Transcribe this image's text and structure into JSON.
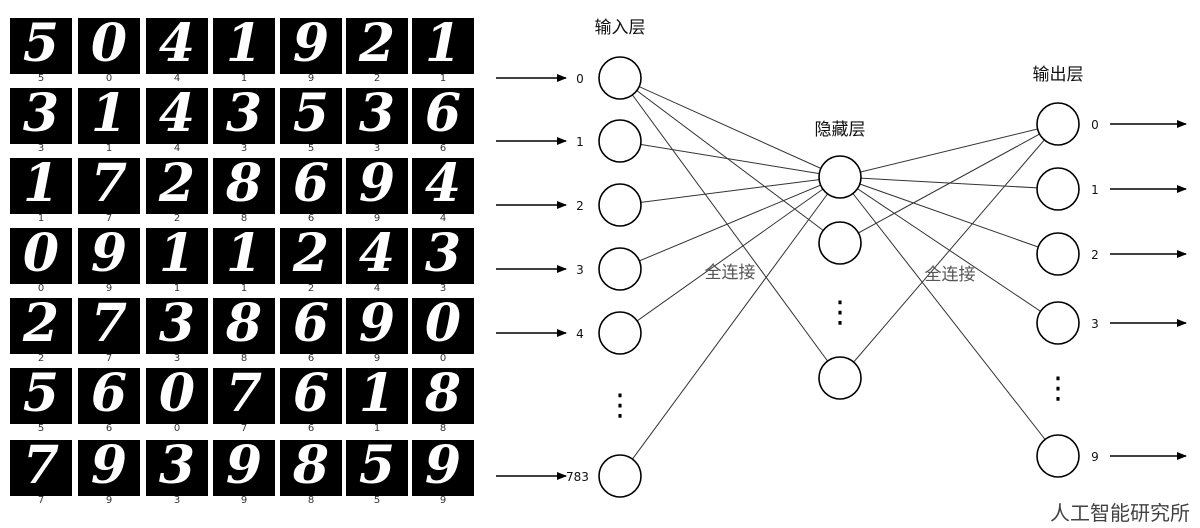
{
  "mnist": {
    "rows": [
      [
        {
          "d": "5",
          "l": "5"
        },
        {
          "d": "0",
          "l": "0"
        },
        {
          "d": "4",
          "l": "4"
        },
        {
          "d": "1",
          "l": "1"
        },
        {
          "d": "9",
          "l": "9"
        },
        {
          "d": "2",
          "l": "2"
        },
        {
          "d": "1",
          "l": "1"
        }
      ],
      [
        {
          "d": "3",
          "l": "3"
        },
        {
          "d": "1",
          "l": "1"
        },
        {
          "d": "4",
          "l": "4"
        },
        {
          "d": "3",
          "l": "3"
        },
        {
          "d": "5",
          "l": "5"
        },
        {
          "d": "3",
          "l": "3"
        },
        {
          "d": "6",
          "l": "6"
        }
      ],
      [
        {
          "d": "1",
          "l": "1"
        },
        {
          "d": "7",
          "l": "7"
        },
        {
          "d": "2",
          "l": "2"
        },
        {
          "d": "8",
          "l": "8"
        },
        {
          "d": "6",
          "l": "6"
        },
        {
          "d": "9",
          "l": "9"
        },
        {
          "d": "4",
          "l": "4"
        }
      ],
      [
        {
          "d": "0",
          "l": "0"
        },
        {
          "d": "9",
          "l": "9"
        },
        {
          "d": "1",
          "l": "1"
        },
        {
          "d": "1",
          "l": "1"
        },
        {
          "d": "2",
          "l": "2"
        },
        {
          "d": "4",
          "l": "4"
        },
        {
          "d": "3",
          "l": "3"
        }
      ],
      [
        {
          "d": "2",
          "l": "2"
        },
        {
          "d": "7",
          "l": "7"
        },
        {
          "d": "3",
          "l": "3"
        },
        {
          "d": "8",
          "l": "8"
        },
        {
          "d": "6",
          "l": "6"
        },
        {
          "d": "9",
          "l": "9"
        },
        {
          "d": "0",
          "l": "0"
        }
      ],
      [
        {
          "d": "5",
          "l": "5"
        },
        {
          "d": "6",
          "l": "6"
        },
        {
          "d": "0",
          "l": "0"
        },
        {
          "d": "7",
          "l": "7"
        },
        {
          "d": "6",
          "l": "6"
        },
        {
          "d": "1",
          "l": "1"
        },
        {
          "d": "8",
          "l": "8"
        }
      ],
      [
        {
          "d": "7",
          "l": "7"
        },
        {
          "d": "9",
          "l": "9"
        },
        {
          "d": "3",
          "l": "3"
        },
        {
          "d": "9",
          "l": "9"
        },
        {
          "d": "8",
          "l": "8"
        },
        {
          "d": "5",
          "l": "5"
        },
        {
          "d": "9",
          "l": "9"
        }
      ]
    ]
  },
  "network": {
    "input_title": "输入层",
    "hidden_title": "隐藏层",
    "output_title": "输出层",
    "input_labels": [
      "0",
      "1",
      "2",
      "3",
      "4",
      "783"
    ],
    "output_labels": [
      "0",
      "1",
      "2",
      "3",
      "9"
    ],
    "connection_label_left": "全连接",
    "connection_label_right": "全连接",
    "ellipsis": "⋮"
  },
  "watermark": "人工智能研究所"
}
